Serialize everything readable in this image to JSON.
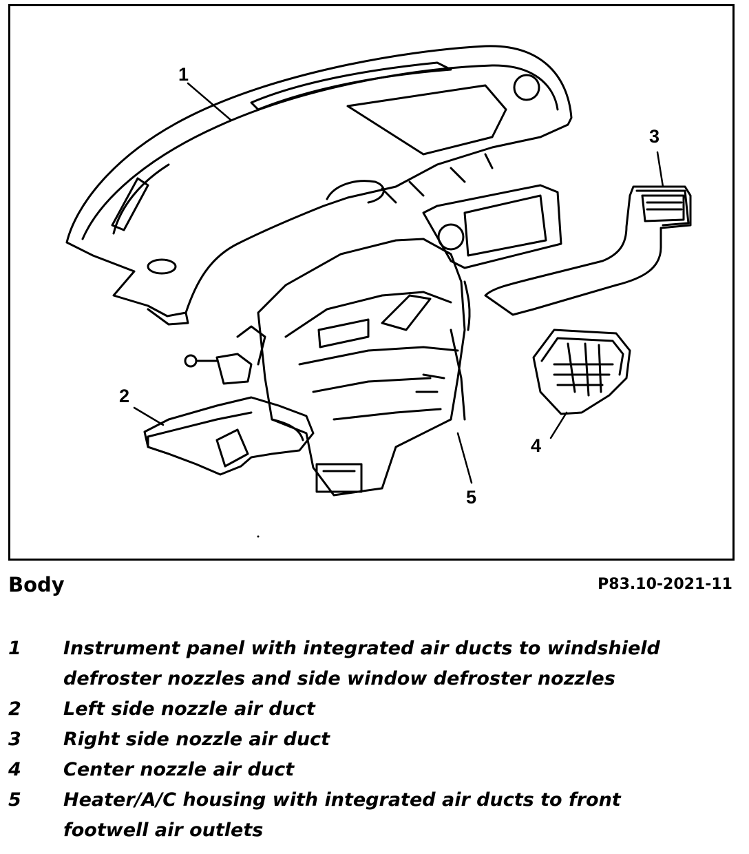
{
  "diagram": {
    "callouts": [
      "1",
      "2",
      "3",
      "4",
      "5"
    ]
  },
  "caption": {
    "title": "Body",
    "code": "P83.10-2021-11"
  },
  "legend": [
    {
      "num": "1",
      "lines": [
        "Instrument panel with integrated air ducts to windshield",
        "defroster nozzles and side window defroster nozzles"
      ]
    },
    {
      "num": "2",
      "lines": [
        "Left side nozzle air duct"
      ]
    },
    {
      "num": "3",
      "lines": [
        "Right side nozzle air duct"
      ]
    },
    {
      "num": "4",
      "lines": [
        "Center nozzle air duct"
      ]
    },
    {
      "num": "5",
      "lines": [
        "Heater/A/C housing with integrated air ducts to front",
        "footwell air outlets"
      ]
    }
  ]
}
